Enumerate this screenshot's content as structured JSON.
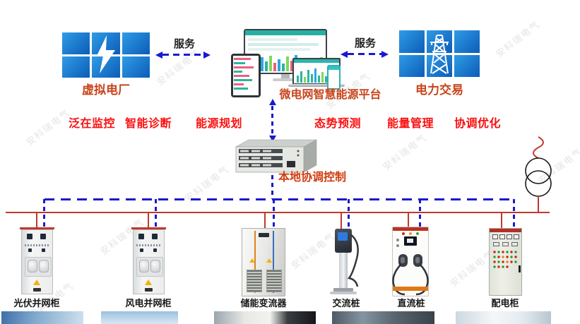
{
  "watermark": {
    "text": "安科瑞电气"
  },
  "top_row": {
    "virtual_plant_label": "虚拟电厂",
    "platform_label": "微电网智慧能源平台",
    "power_trading_label": "电力交易",
    "service_left_label": "服务",
    "service_right_label": "服务"
  },
  "features": [
    "泛在监控",
    "智能诊断",
    "能源规划",
    "态势预测",
    "能量管理",
    "协调优化"
  ],
  "controller_label": "本地协调控制",
  "device_labels": [
    "光伏并网柜",
    "风电并网柜",
    "储能变流器",
    "交流桩",
    "直流桩",
    "配电柜"
  ],
  "colors": {
    "power_bus": "#c0392b",
    "comm_bus": "#1a1acd",
    "feature_text": "#fb0f0f",
    "node_label": "#c8451c",
    "tile_blue": "#0c5cb8"
  }
}
